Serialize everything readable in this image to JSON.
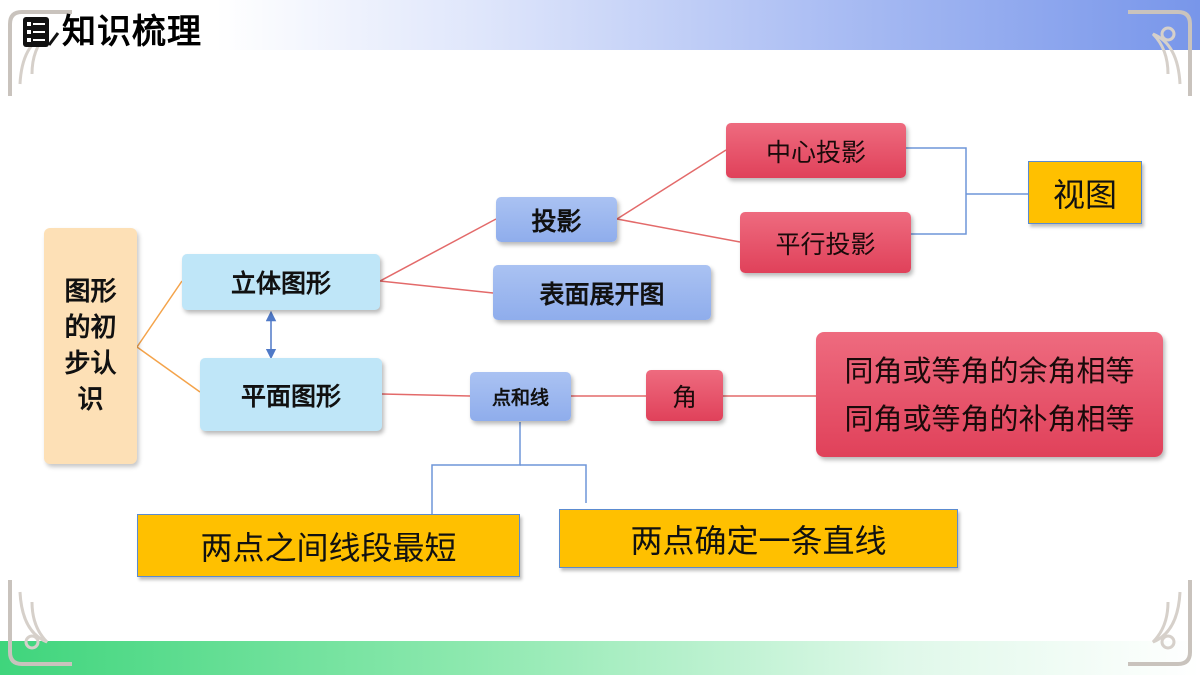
{
  "header": {
    "title": "知识梳理",
    "icon": "list-icon"
  },
  "colors": {
    "top_band": "#7896ea",
    "bottom_band": "#3fd57c",
    "light_box": "#bfe6f8",
    "blue_box": "#8fadec",
    "red_box": "#e0415a",
    "peach_box": "#fde0b6",
    "yellow_box": "#ffc000",
    "line_orange": "#f4a34a",
    "line_red": "#e36a6a",
    "line_blue": "#6f96d8"
  },
  "diagram": {
    "root": "图形的初步认识",
    "solid": "立体图形",
    "plane": "平面图形",
    "projection": "投影",
    "central_projection": "中心投影",
    "parallel_projection": "平行投影",
    "view": "视图",
    "surface_net": "表面展开图",
    "point_line": "点和线",
    "angle": "角",
    "angle_props": [
      "同角或等角的余角相等",
      "同角或等角的补角相等"
    ],
    "segment_shortest": "两点之间线段最短",
    "two_points_line": "两点确定一条直线"
  }
}
